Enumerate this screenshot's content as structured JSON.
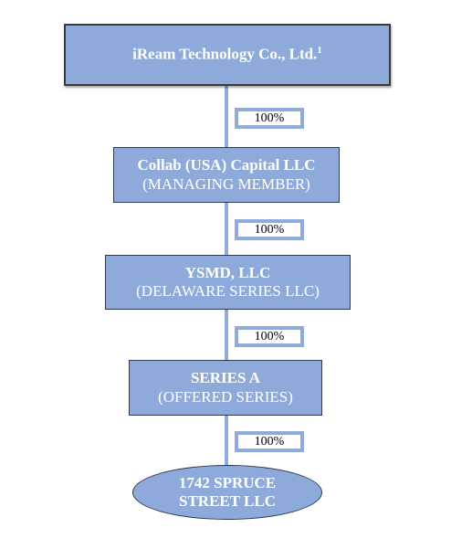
{
  "entities": {
    "parent": {
      "name": "iReam Technology Co., Ltd.",
      "footnote": "1"
    },
    "managing_member": {
      "name": "Collab (USA) Capital LLC",
      "role": "(MANAGING MEMBER)"
    },
    "series_llc": {
      "name": "YSMD, LLC",
      "role": "(DELAWARE SERIES LLC)"
    },
    "series_a": {
      "name": "SERIES A",
      "role": "(OFFERED SERIES)"
    },
    "property": {
      "line1": "1742 SPRUCE",
      "line2": "STREET LLC"
    }
  },
  "ownership": {
    "parent_to_managing_member": "100%",
    "managing_member_to_series_llc": "100%",
    "series_llc_to_series_a": "100%",
    "series_a_to_property": "100%"
  },
  "colors": {
    "box_fill": "#8eaadb",
    "connector": "#8faadc",
    "text": "#ffffff"
  }
}
